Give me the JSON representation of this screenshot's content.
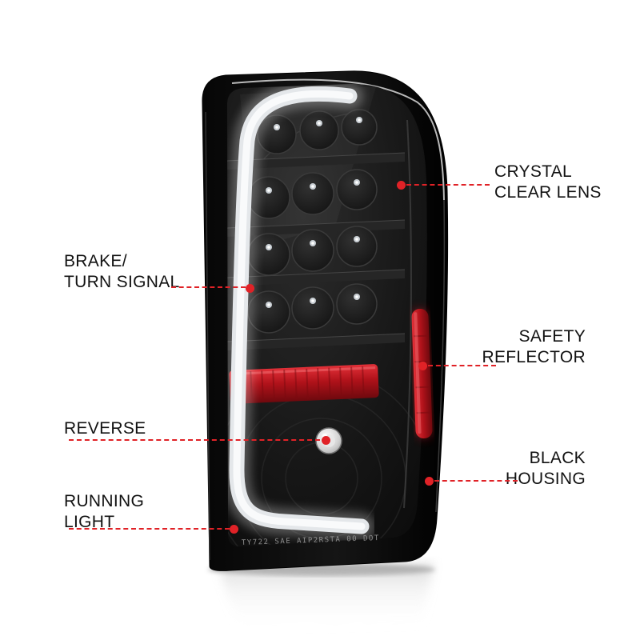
{
  "product": {
    "stamp": "TY722 SAE AIP2RSTA 00 DOT"
  },
  "palette": {
    "callout_red": "#e02227",
    "housing_black": "#0a0a0a",
    "tube_white": "#e9ecef",
    "reflector_red": "#c8141c",
    "background": "#ffffff"
  },
  "callouts": {
    "crystal_clear_lens": {
      "label": "CRYSTAL\nCLEAR LENS"
    },
    "brake_turn_signal": {
      "label": "BRAKE/\nTURN SIGNAL"
    },
    "safety_reflector": {
      "label": "SAFETY\nREFLECTOR"
    },
    "reverse": {
      "label": "REVERSE"
    },
    "black_housing": {
      "label": "BLACK\nHOUSING"
    },
    "running_light": {
      "label": "RUNNING\nLIGHT"
    }
  }
}
